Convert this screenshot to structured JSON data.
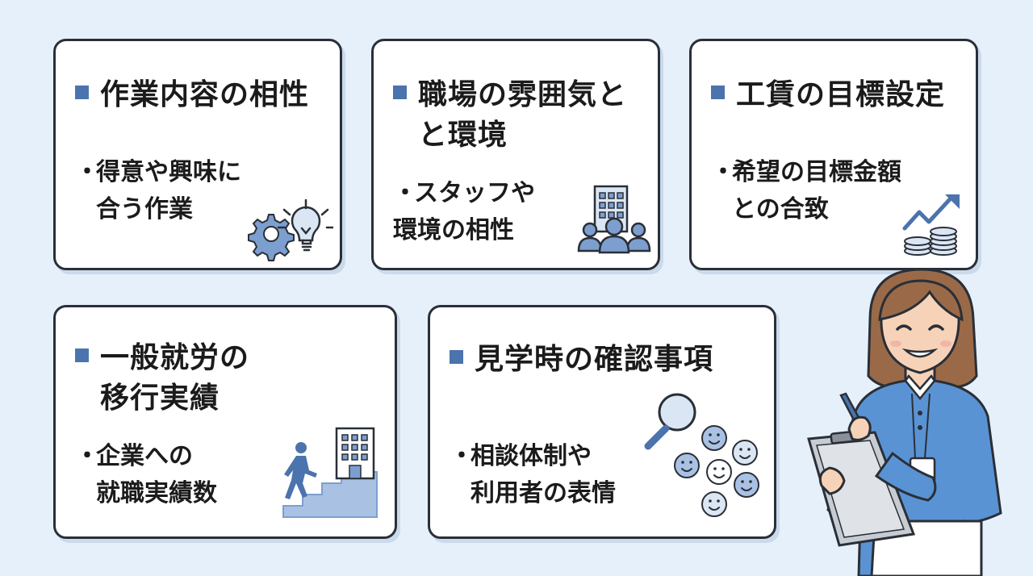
{
  "cards": [
    {
      "title": [
        "作業内容の相性"
      ],
      "body": [
        "得意や興味に",
        "合う作業"
      ],
      "icon": "gear-lightbulb-icon"
    },
    {
      "title": [
        "職場の雰囲気と",
        "と環境"
      ],
      "body": [
        "スタッフや",
        "環境の相性"
      ],
      "icon": "building-people-icon"
    },
    {
      "title": [
        "工賃の目標設定"
      ],
      "body": [
        "希望の目標金額",
        "との合致"
      ],
      "icon": "growth-coins-icon"
    },
    {
      "title": [
        "一般就労の",
        "移行実績"
      ],
      "body": [
        "企業への",
        "就職実績数"
      ],
      "icon": "stairs-building-icon"
    },
    {
      "title": [
        "見学時の確認事項"
      ],
      "body": [
        "相談体制や",
        "利用者の表情"
      ],
      "icon": "magnifier-faces-icon"
    }
  ],
  "bullet_char": "・",
  "colors": {
    "background": "#e6f0fa",
    "accent": "#4b73ad",
    "border": "#2a2f37",
    "illustration": "#7d9fcf",
    "shirt": "#5a93d4"
  },
  "figure": "staff-with-clipboard-illustration"
}
